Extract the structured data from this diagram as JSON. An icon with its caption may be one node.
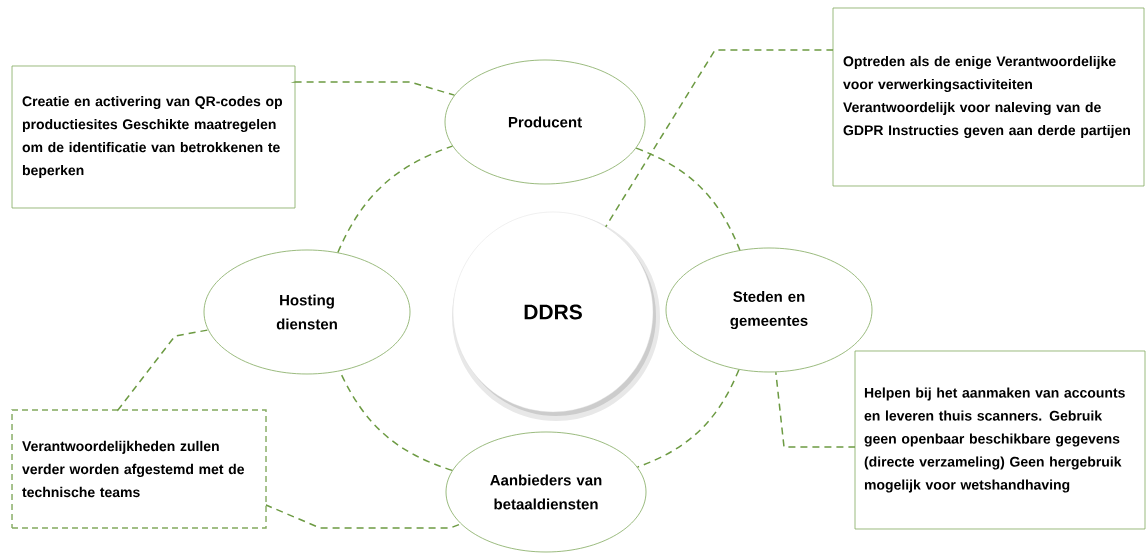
{
  "diagram": {
    "nodes": [
      {
        "text": [
          "DDRS"
        ]
      },
      {
        "text": [
          "Producent"
        ]
      },
      {
        "text": [
          "Hosting diensten"
        ]
      },
      {
        "text": [
          "Steden en gemeentes"
        ]
      },
      {
        "text": [
          "Aanbieders van betaaldiensten"
        ]
      },
      {
        "text": [
          "Creatie en activering van QR-codes op productiesites Geschikte maatregelen om de identificatie van betrokkenen te beperken"
        ]
      },
      {
        "text": [
          "Optreden als de enige Verantwoordelijke voor verwerkingsactiviteiten Verantwoordelijk voor naleving van de GDPR Instructies geven aan derde partijen"
        ]
      },
      {
        "text": [
          "Verantwoordelijkheden zullen verder worden afgestemd met de technische teams"
        ]
      },
      {
        "text": [
          "Helpen bij het aanmaken van accounts en leveren thuis scanners. Gebruik geen openbaar beschikbare gegevens (directe verzameling) Geen hergebruik mogelijk voor wetshandhaving"
        ]
      }
    ],
    "edges": [
      {
        "from": 5,
        "to": 1,
        "arrow": "none"
      },
      {
        "from": 6,
        "to": 0,
        "arrow": "none"
      },
      {
        "from": 1,
        "to": 3,
        "arrow": "none"
      },
      {
        "from": 3,
        "to": 4,
        "arrow": "none"
      },
      {
        "from": 4,
        "to": 2,
        "arrow": "none"
      },
      {
        "from": 2,
        "to": 1,
        "arrow": "none"
      },
      {
        "from": 7,
        "to": 2,
        "arrow": "none"
      },
      {
        "from": 7,
        "to": 4,
        "arrow": "none"
      },
      {
        "from": 8,
        "to": 3,
        "arrow": "none"
      }
    ]
  }
}
